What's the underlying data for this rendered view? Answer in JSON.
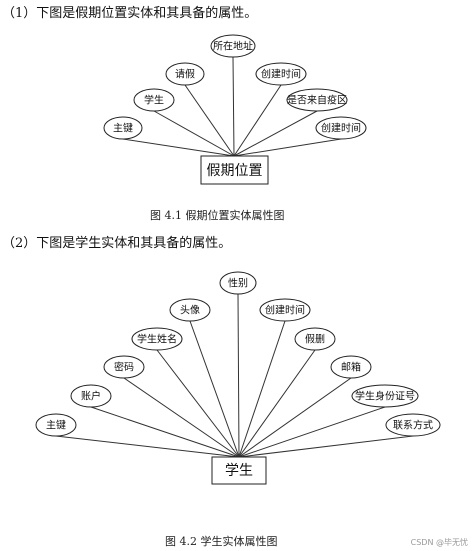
{
  "figures": [
    {
      "intro_text": "（1）下图是假期位置实体和其具备的属性。",
      "entity": "假期位置",
      "attributes": [
        "主键",
        "学生",
        "请假",
        "所在地址",
        "创建时间",
        "是否来自疫区",
        "创建时间"
      ],
      "caption": "图 4.1  假期位置实体属性图"
    },
    {
      "intro_text": "（2）下图是学生实体和其具备的属性。",
      "entity": "学生",
      "attributes": [
        "主键",
        "账户",
        "密码",
        "学生姓名",
        "头像",
        "性别",
        "创建时间",
        "假删",
        "邮箱",
        "学生身份证号",
        "联系方式"
      ],
      "caption": "图 4.2  学生实体属性图"
    }
  ],
  "watermark": "CSDN @毕无忧"
}
